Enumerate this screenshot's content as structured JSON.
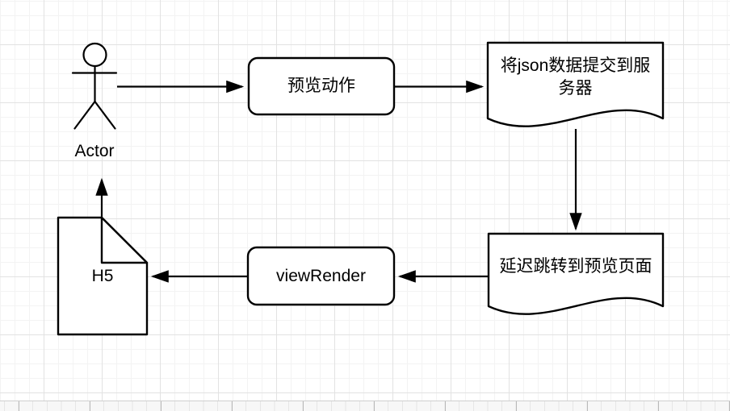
{
  "canvas": {
    "background": "#ffffff",
    "grid_minor": "#f3f3f3",
    "grid_major": "#e2e2e2",
    "stroke": "#000000",
    "node_fill": "#ffffff",
    "page_edge": "#cfcfcf"
  },
  "diagram": {
    "nodes": {
      "actor": {
        "label": "Actor",
        "shape": "stick-figure"
      },
      "preview_action": {
        "label": "预览动作",
        "shape": "rounded-rectangle"
      },
      "submit_json": {
        "label": "将json数据提交到服务器",
        "shape": "document"
      },
      "delay_redirect": {
        "label": "延迟跳转到预览页面",
        "shape": "document"
      },
      "view_render": {
        "label": "viewRender",
        "shape": "rounded-rectangle"
      },
      "h5": {
        "label": "H5",
        "shape": "note"
      }
    },
    "edges": [
      {
        "from": "actor",
        "to": "preview_action"
      },
      {
        "from": "preview_action",
        "to": "submit_json"
      },
      {
        "from": "submit_json",
        "to": "delay_redirect"
      },
      {
        "from": "delay_redirect",
        "to": "view_render"
      },
      {
        "from": "view_render",
        "to": "h5"
      },
      {
        "from": "h5",
        "to": "actor"
      }
    ]
  }
}
